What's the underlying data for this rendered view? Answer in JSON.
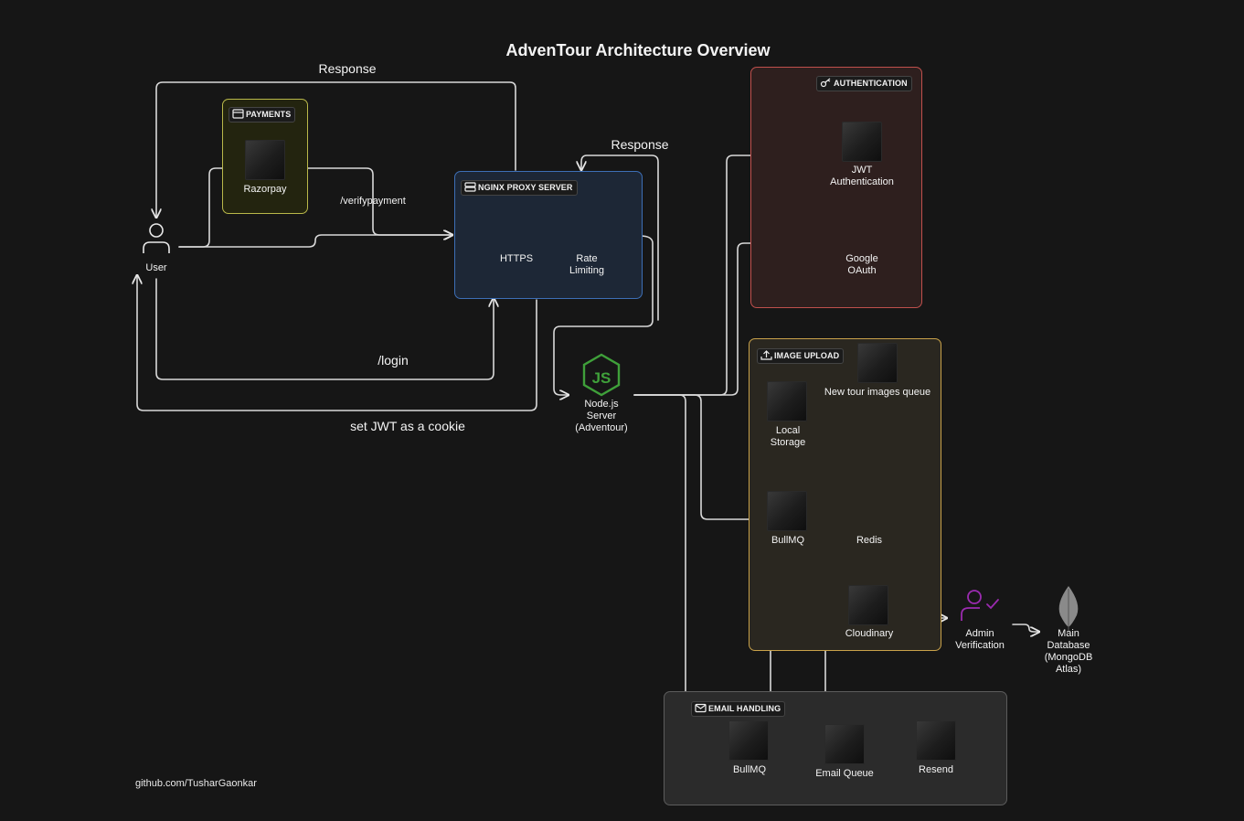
{
  "title": "AdvenTour Architecture Overview",
  "groups": {
    "payments": "PAYMENTS",
    "nginx": "NGINX PROXY SERVER",
    "authentication": "AUTHENTICATION",
    "image_upload": "IMAGE UPLOAD",
    "email_handling": "EMAIL HANDLING"
  },
  "nodes": {
    "user": "User",
    "razorpay": "Razorpay",
    "https": "HTTPS",
    "rate_limiting": "Rate\nLimiting",
    "nodejs": "Node.js\nServer\n(Adventour)",
    "jwt": "JWT\nAuthentication",
    "google": "Google\nOAuth",
    "local_storage": "Local\nStorage",
    "new_tour_queue": "New tour images queue",
    "bullmq_upload": "BullMQ",
    "redis": "Redis",
    "cloudinary": "Cloudinary",
    "admin": "Admin\nVerification",
    "main_db": "Main\nDatabase\n(MongoDB\nAtlas)",
    "bullmq_email": "BullMQ",
    "email_queue": "Email Queue",
    "resend": "Resend"
  },
  "flows": {
    "response_top": "Response",
    "response_nginx": "Response",
    "verify_payment": "/verifypayment",
    "login": "/login",
    "set_jwt": "set JWT as a cookie"
  },
  "footer": "github.com/TusharGaonkar",
  "colors": {
    "background": "#161616",
    "payments_border": "#b9b84a",
    "nginx_border": "#3d6fb6",
    "auth_border": "#c0504d",
    "upload_border": "#c9a24a",
    "email_border": "#5c5c5c",
    "node_green": "#3fa03a",
    "admin_purple": "#9b2bb0"
  }
}
